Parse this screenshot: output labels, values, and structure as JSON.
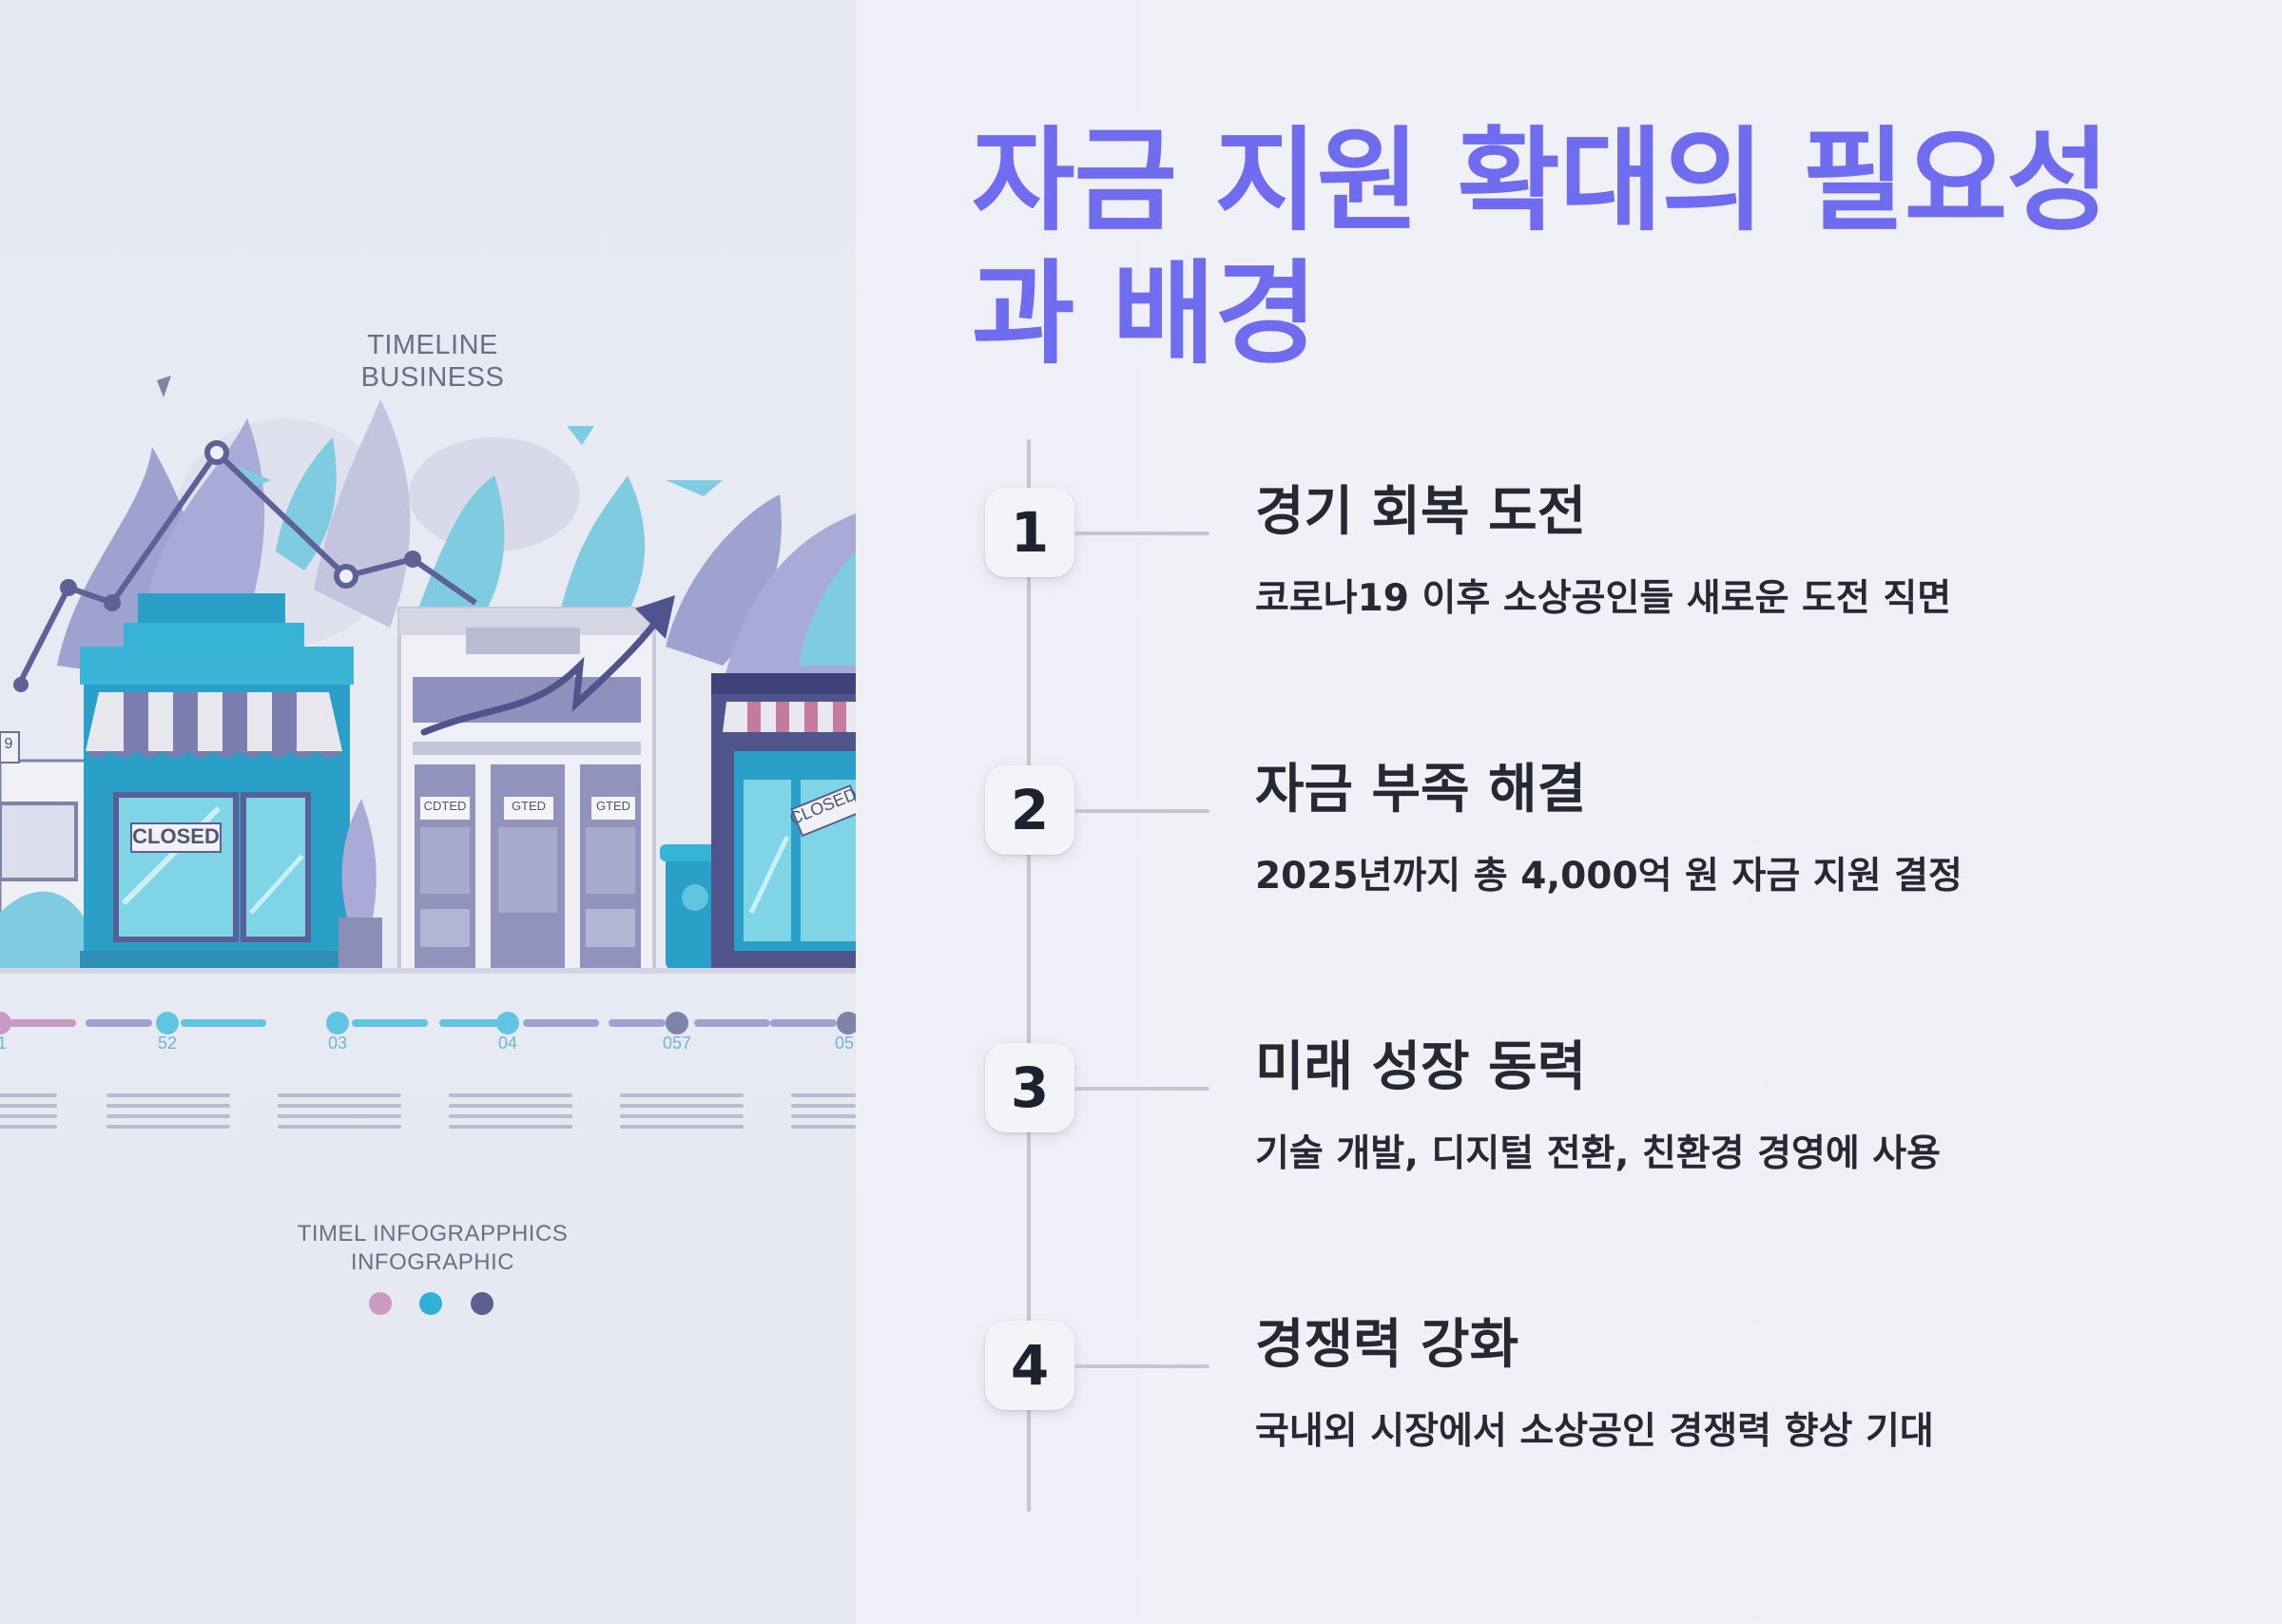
{
  "title": "자금 지원 확대의 필요성과 배경",
  "illustration": {
    "title_line1": "TIMELINE",
    "title_line2": "BUSINESS",
    "footer_line1": "TIMEL INFOGRAPPHICS",
    "footer_line2": "INFOGRAPHIC",
    "sign_closed_main": "CLOSED",
    "sign_closed_right": "CLOSED",
    "sign_door_1": "CDTED",
    "sign_door_2": "GTED",
    "sign_door_3": "GTED",
    "sign_left_edge": "9",
    "timeline_numbers": [
      "52",
      "03",
      "04",
      "057",
      "05"
    ],
    "timeline_number_left": "1",
    "dot_colors": [
      "#c99ac4",
      "#2fb2d4",
      "#5c5f8f"
    ]
  },
  "steps": [
    {
      "number": "1",
      "title": "경기 회복 도전",
      "desc": "코로나19 이후 소상공인들 새로운 도전 직면"
    },
    {
      "number": "2",
      "title": "자금 부족 해결",
      "desc": "2025년까지 총 4,000억 원 자금 지원 결정"
    },
    {
      "number": "3",
      "title": "미래 성장 동력",
      "desc": "기술 개발, 디지털 전환, 친환경 경영에 사용"
    },
    {
      "number": "4",
      "title": "경쟁력 강화",
      "desc": "국내외 시장에서 소상공인 경쟁력 향상 기대"
    }
  ],
  "colors": {
    "title": "#6f6cf0",
    "text": "#262833",
    "line": "#c5c6d3"
  }
}
